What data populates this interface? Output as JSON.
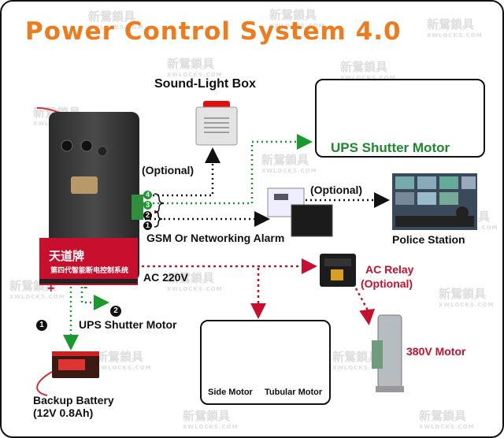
{
  "title": "Power Control System 4.0",
  "device": {
    "brand": "天道牌",
    "subtitle": "第四代智能断电控制系统"
  },
  "labels": {
    "sound_light_box": "Sound-Light Box",
    "ups_shutter_motor_main": "UPS Shutter Motor",
    "optional_1": "(Optional)",
    "optional_2": "(Optional)",
    "gsm_alarm": "GSM Or Networking Alarm",
    "police_station": "Police Station",
    "ac_220v": "AC 220V",
    "ac_relay": "AC Relay",
    "ac_relay_optional": "(Optional)",
    "ups_shutter_motor_2": "UPS Shutter Motor",
    "backup_battery": "Backup Battery",
    "battery_spec": "(12V 0.8Ah)",
    "side_motor": "Side Motor",
    "tubular_motor": "Tubular Motor",
    "motor_380v": "380V Motor",
    "plus": "+",
    "minus": "-"
  },
  "markers": [
    "1",
    "2",
    "3",
    "4"
  ],
  "colors": {
    "title": "#ef7b1c",
    "red_line": "#c8102e",
    "green_line": "#1a9a2e",
    "black_line": "#111111"
  },
  "watermark": {
    "text": "新鴛鎖具",
    "url": "XWLOCKS.COM"
  }
}
